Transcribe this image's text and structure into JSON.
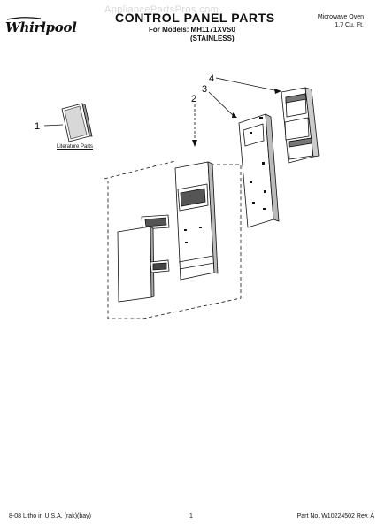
{
  "header": {
    "brand": "Whirlpool",
    "watermark": "AppliancePartsPros.com",
    "title": "CONTROL PANEL PARTS",
    "models_line": "For Models: MH1171XVS0",
    "variant": "(STAINLESS)",
    "product_type": "Microwave Oven",
    "capacity": "1.7 Cu. Ft."
  },
  "diagram": {
    "callouts": [
      "1",
      "2",
      "3",
      "4"
    ],
    "literature_label": "Literature Parts"
  },
  "footer": {
    "print_info": "8-08 Litho in U.S.A. (rak)(bay)",
    "page": "1",
    "part_number": "Part No. W10224502 Rev. A"
  }
}
